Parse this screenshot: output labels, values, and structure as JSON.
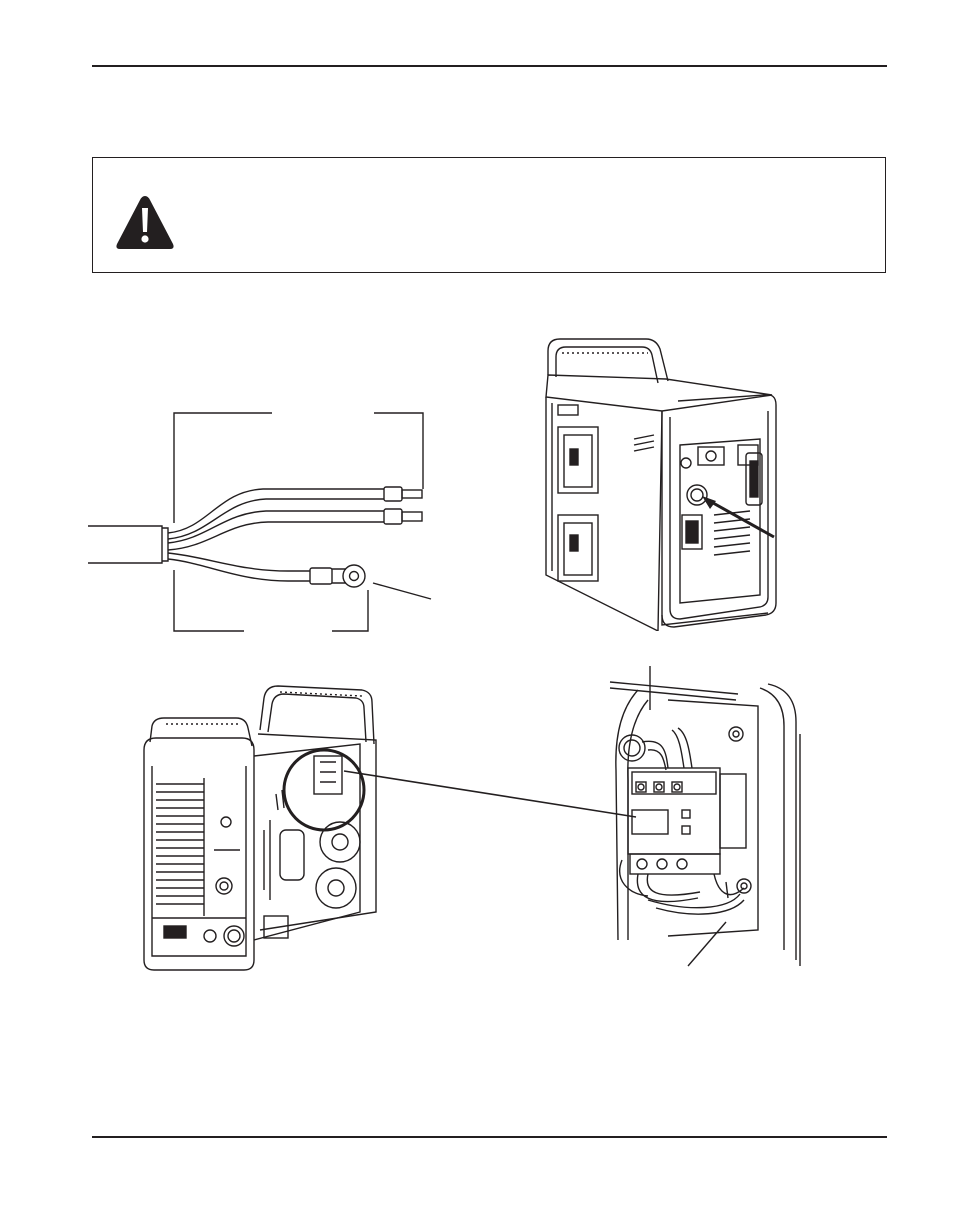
{
  "colors": {
    "line": "#231f20",
    "background": "#ffffff",
    "panel": "#ffffff",
    "dark_fill": "#231f20"
  },
  "warning": {
    "icon": "warning-triangle-icon"
  },
  "figures": {
    "power_cord_ends": {
      "icon": "power-cord-wires-illustration"
    },
    "rear_view": {
      "icon": "plasma-cutter-rear-view-illustration"
    },
    "open_side_view": {
      "icon": "plasma-cutter-open-side-view-illustration"
    },
    "contactor_detail": {
      "icon": "power-switch-contactor-detail-illustration"
    }
  }
}
